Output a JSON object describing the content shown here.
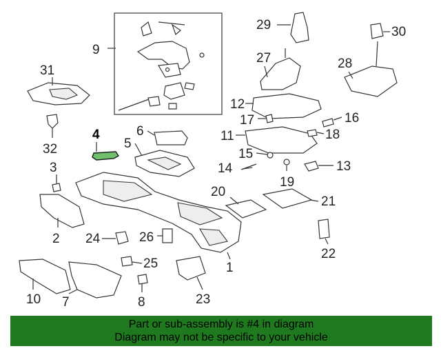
{
  "diagram": {
    "highlight_color": "#6fbf6f",
    "labels": [
      {
        "id": "1",
        "text": "1"
      },
      {
        "id": "2",
        "text": "2"
      },
      {
        "id": "3",
        "text": "3"
      },
      {
        "id": "4",
        "text": "4"
      },
      {
        "id": "5",
        "text": "5"
      },
      {
        "id": "6",
        "text": "6"
      },
      {
        "id": "7",
        "text": "7"
      },
      {
        "id": "8",
        "text": "8"
      },
      {
        "id": "9",
        "text": "9"
      },
      {
        "id": "10",
        "text": "10"
      },
      {
        "id": "11",
        "text": "11"
      },
      {
        "id": "12",
        "text": "12"
      },
      {
        "id": "13",
        "text": "13"
      },
      {
        "id": "14",
        "text": "14"
      },
      {
        "id": "15",
        "text": "15"
      },
      {
        "id": "16",
        "text": "16"
      },
      {
        "id": "17",
        "text": "17"
      },
      {
        "id": "18",
        "text": "18"
      },
      {
        "id": "19",
        "text": "19"
      },
      {
        "id": "20",
        "text": "20"
      },
      {
        "id": "21",
        "text": "21"
      },
      {
        "id": "22",
        "text": "22"
      },
      {
        "id": "23",
        "text": "23"
      },
      {
        "id": "24",
        "text": "24"
      },
      {
        "id": "25",
        "text": "25"
      },
      {
        "id": "26",
        "text": "26"
      },
      {
        "id": "27",
        "text": "27"
      },
      {
        "id": "28",
        "text": "28"
      },
      {
        "id": "29",
        "text": "29"
      },
      {
        "id": "30",
        "text": "30"
      },
      {
        "id": "31",
        "text": "31"
      },
      {
        "id": "32",
        "text": "32"
      }
    ]
  },
  "banner": {
    "line1": "Part or sub-assembly is #4 in diagram",
    "line2": "Diagram may not be specific to your vehicle",
    "bg_color": "#1f7a1f"
  }
}
